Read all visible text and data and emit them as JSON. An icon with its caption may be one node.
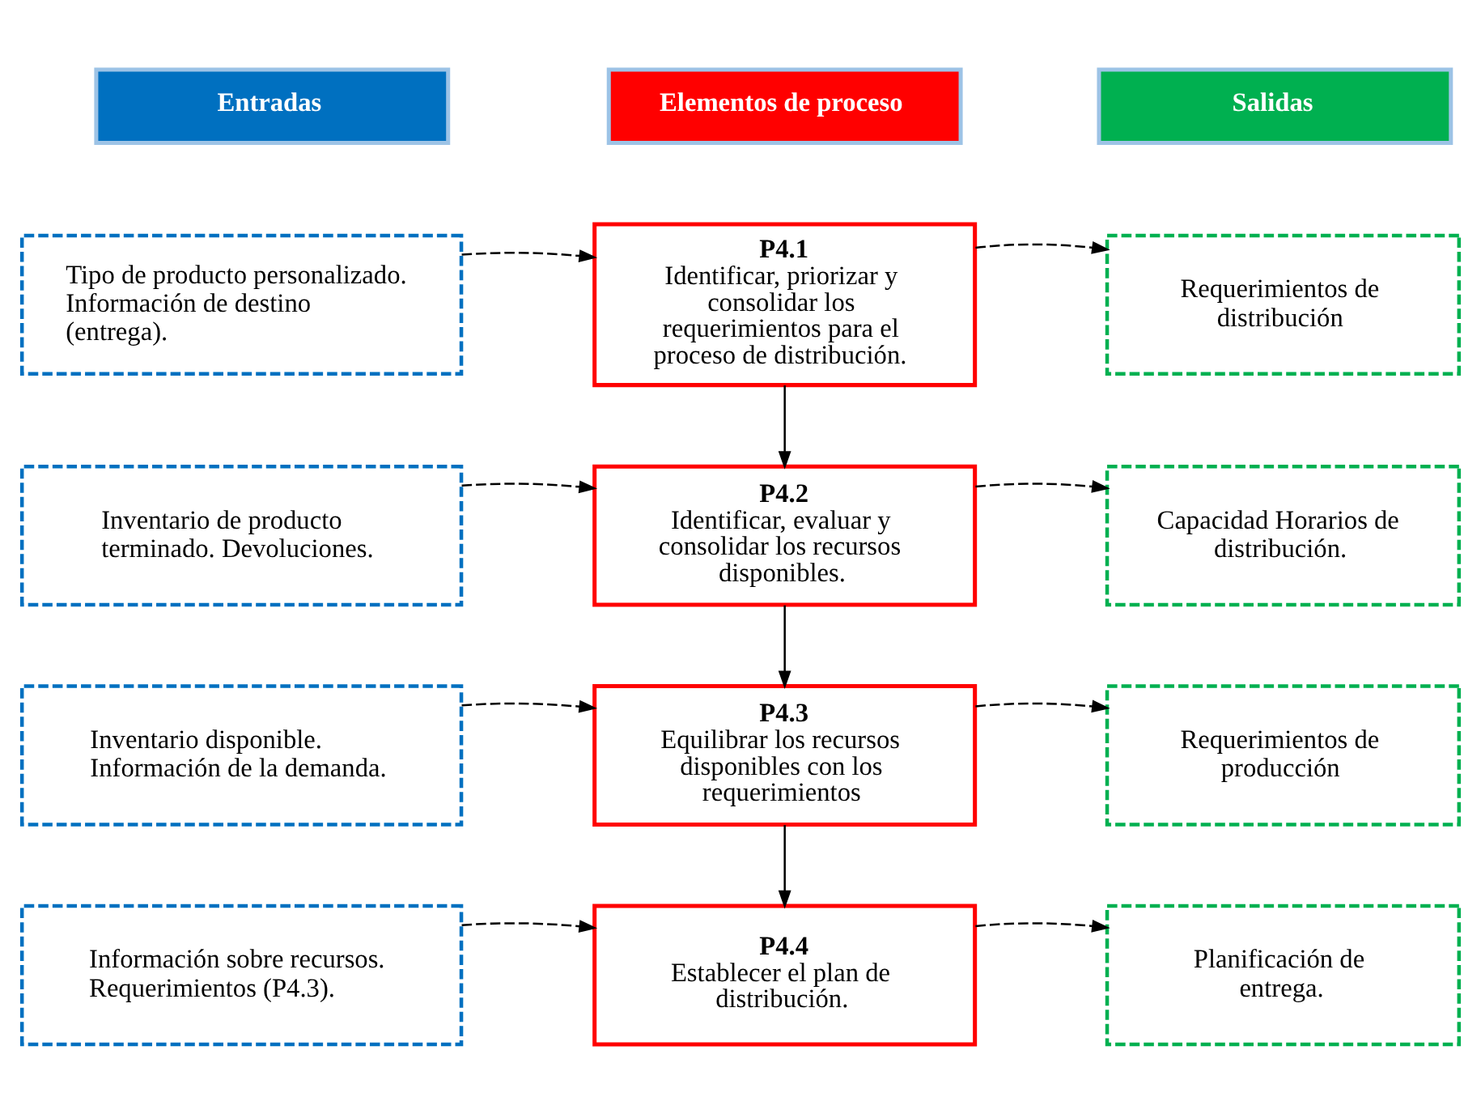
{
  "diagram": {
    "nodes": [
      {
        "text": [
          "Entradas"
        ]
      },
      {
        "text": [
          "Elementos de proceso"
        ]
      },
      {
        "text": [
          "Salidas"
        ]
      },
      {
        "text": [
          "Tipo de producto personalizado. Información de destino (entrega)."
        ]
      },
      {
        "text": [
          "P4.1",
          "Identificar, priorizar y consolidar los requerimientos para el proceso de distribución."
        ]
      },
      {
        "text": [
          "Requerimientos de distribución"
        ]
      },
      {
        "text": [
          "Inventario de producto terminado. Devoluciones."
        ]
      },
      {
        "text": [
          "P4.2",
          "Identificar, evaluar y consolidar los recursos disponibles."
        ]
      },
      {
        "text": [
          "Capacidad Horarios de distribución."
        ]
      },
      {
        "text": [
          "Inventario disponible. Información de la demanda."
        ]
      },
      {
        "text": [
          "P4.3",
          "Equilibrar los recursos disponibles con los requerimientos"
        ]
      },
      {
        "text": [
          "Requerimientos de producción"
        ]
      },
      {
        "text": [
          "Información sobre recursos. Requerimientos (P4.3)."
        ]
      },
      {
        "text": [
          "P4.4",
          "Establecer el plan de distribución."
        ]
      },
      {
        "text": [
          "Planificación de entrega."
        ]
      }
    ],
    "edges": [
      {
        "from": 3,
        "to": 4,
        "arrow": "to",
        "style": "dashed"
      },
      {
        "from": 4,
        "to": 5,
        "arrow": "to",
        "style": "dashed"
      },
      {
        "from": 4,
        "to": 7,
        "arrow": "to"
      },
      {
        "from": 6,
        "to": 7,
        "arrow": "to",
        "style": "dashed"
      },
      {
        "from": 7,
        "to": 8,
        "arrow": "to",
        "style": "dashed"
      },
      {
        "from": 7,
        "to": 10,
        "arrow": "to"
      },
      {
        "from": 9,
        "to": 10,
        "arrow": "to",
        "style": "dashed"
      },
      {
        "from": 10,
        "to": 11,
        "arrow": "to",
        "style": "dashed"
      },
      {
        "from": 10,
        "to": 13,
        "arrow": "to"
      },
      {
        "from": 12,
        "to": 13,
        "arrow": "to",
        "style": "dashed"
      },
      {
        "from": 13,
        "to": 14,
        "arrow": "to",
        "style": "dashed"
      }
    ]
  }
}
